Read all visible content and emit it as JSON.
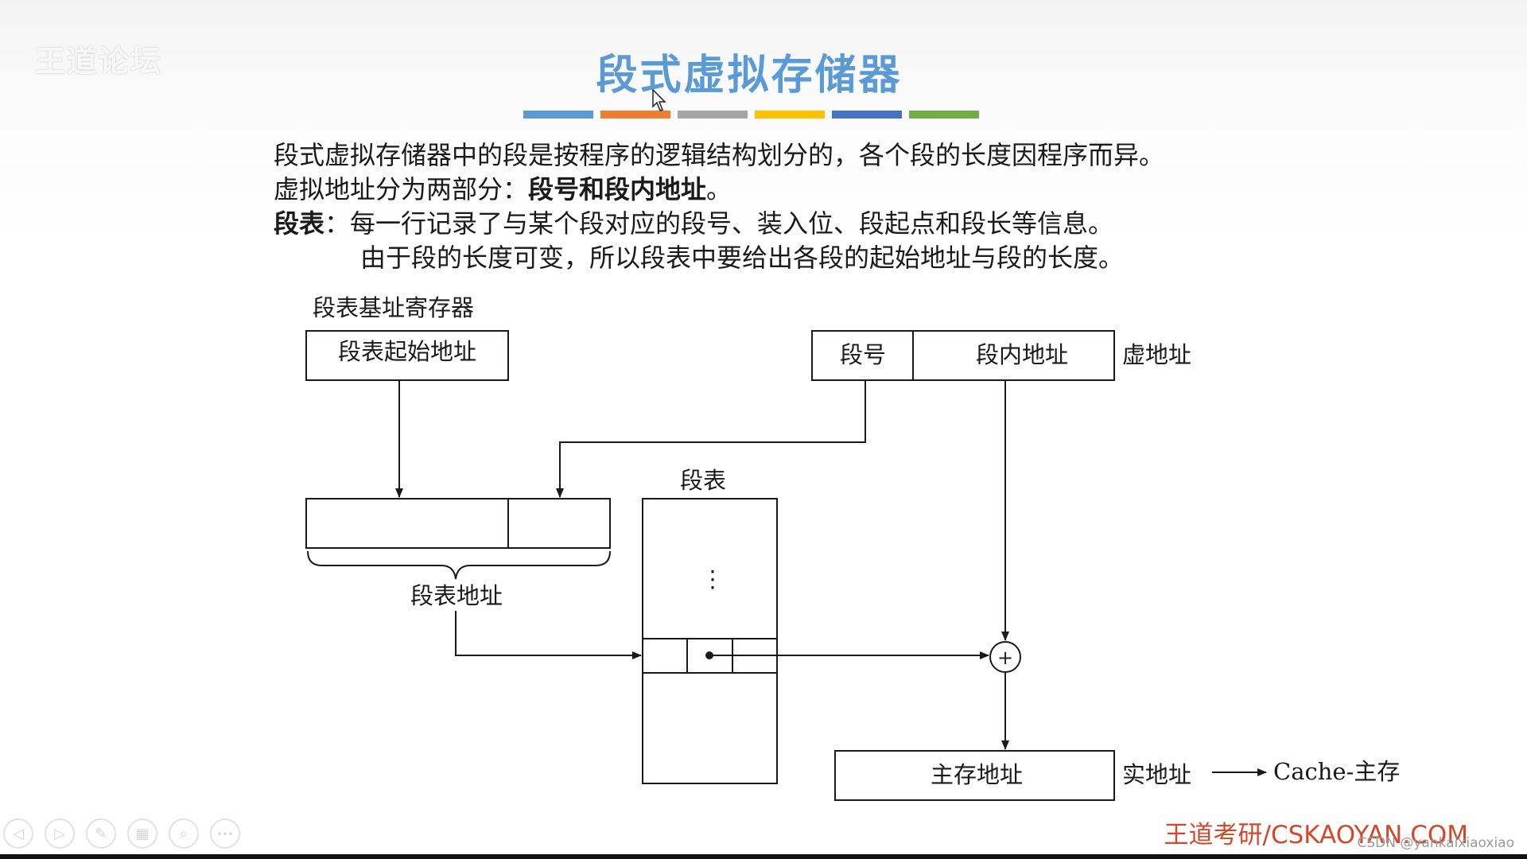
{
  "watermark": "王道论坛",
  "title": "段式虚拟存储器",
  "color_bar": [
    "#5b9bd5",
    "#ed7d31",
    "#a5a5a5",
    "#ffc000",
    "#4472c4",
    "#70ad47"
  ],
  "paragraphs": {
    "line1": "段式虚拟存储器中的段是按程序的逻辑结构划分的，各个段的长度因程序而异。",
    "line2_prefix": "虚拟地址分为两部分：",
    "line2_bold": "段号和段内地址",
    "line2_suffix": "。",
    "line3_label": "段表",
    "line3_text": "：每一行记录了与某个段对应的段号、装入位、段起点和段长等信息。",
    "line4": "由于段的长度可变，所以段表中要给出各段的起始地址与段的长度。"
  },
  "diagram": {
    "base_register_label": "段表基址寄存器",
    "base_register_box": "段表起始地址",
    "segment_number": "段号",
    "offset": "段内地址",
    "virtual_address_label": "虚地址",
    "segment_table_label": "段表",
    "ellipsis": "⋮",
    "segment_table_address_label": "段表地址",
    "adder_symbol": "+",
    "main_memory_address": "主存地址",
    "real_address_label": "实地址",
    "cache_label": "Cache-主存"
  },
  "controls": [
    "◁",
    "▷",
    "✎",
    "▦",
    "⌕",
    "•••"
  ],
  "footer": {
    "brand": "王道考研/CSKAOYAN.COM",
    "csdn": "CSDN @yankaixiaoxiao"
  }
}
